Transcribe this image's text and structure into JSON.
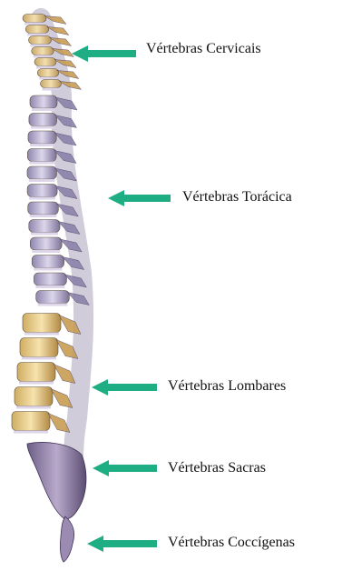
{
  "colors": {
    "arrow": "#1fae84",
    "cervical": "#e7cf95",
    "thoracic": "#c6bfdc",
    "lumbar": "#efd69a",
    "sacral": "#a08fb6"
  },
  "labels": [
    {
      "id": "cervical",
      "text": "Vértebras Cervicais"
    },
    {
      "id": "thoracic",
      "text": "Vértebras Torácica"
    },
    {
      "id": "lumbar",
      "text": "Vértebras Lombares"
    },
    {
      "id": "sacral",
      "text": "Vértebras Sacras"
    },
    {
      "id": "coccygeal",
      "text": "Vértebras Coccígenas"
    }
  ]
}
